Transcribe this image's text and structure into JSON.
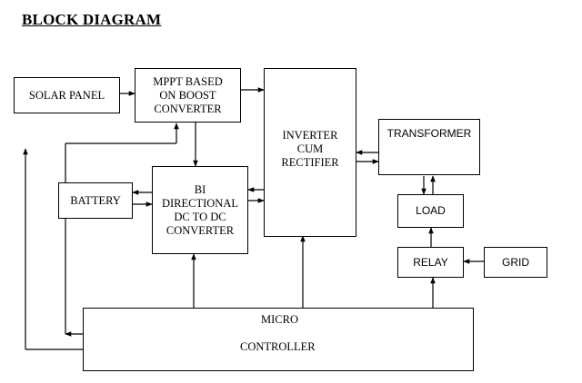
{
  "title": "BLOCK DIAGRAM",
  "blocks": {
    "solar_panel": "SOLAR PANEL",
    "mppt": "MPPT BASED\nON BOOST\nCONVERTER",
    "inverter": "INVERTER\nCUM\nRECTIFIER",
    "transformer": "TRANSFORMER",
    "battery": "BATTERY",
    "bidirectional": "BI\nDIRECTIONAL\nDC TO DC\nCONVERTER",
    "load": "LOAD",
    "relay": "RELAY",
    "grid": "GRID",
    "micro_line1": "MICRO",
    "micro_line2": "CONTROLLER"
  }
}
